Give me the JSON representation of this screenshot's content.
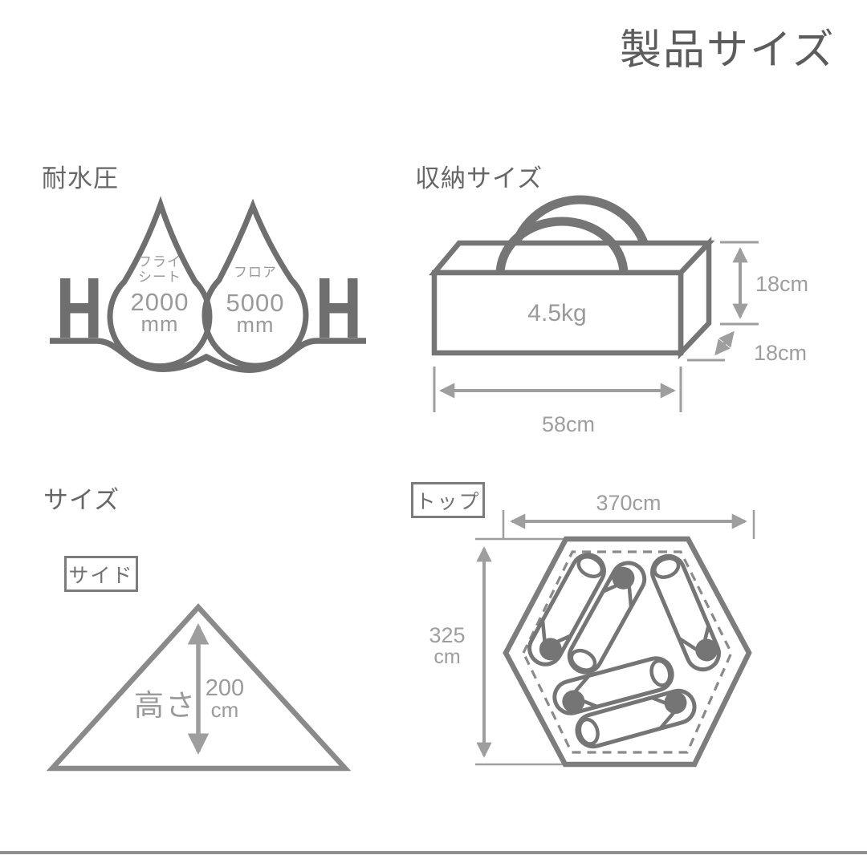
{
  "page": {
    "title": "製品サイズ"
  },
  "water_resistance": {
    "heading": "耐水圧",
    "flysheet": {
      "label_line1": "フライ",
      "label_line2": "シート",
      "value": "2000",
      "unit": "mm"
    },
    "floor": {
      "label": "フロア",
      "value": "5000",
      "unit": "mm"
    }
  },
  "storage": {
    "heading": "収納サイズ",
    "weight": "4.5kg",
    "height": "18cm",
    "depth": "18cm",
    "width": "58cm"
  },
  "size": {
    "heading": "サイズ",
    "side_view": {
      "tag": "サイド",
      "height_label": "高さ",
      "height_value": "200",
      "height_unit": "cm"
    },
    "top_view": {
      "tag": "トップ",
      "width": "370cm",
      "depth_value": "325",
      "depth_unit": "cm",
      "sleeping_bag_count": 5
    }
  },
  "colors": {
    "title_text": "#5c5c5c",
    "heading_text": "#666666",
    "icon_stroke": "#6f6f6f",
    "diagram_stroke": "#757575",
    "dimension_stroke": "#9e9e9e",
    "value_text": "#9a9a9a"
  }
}
